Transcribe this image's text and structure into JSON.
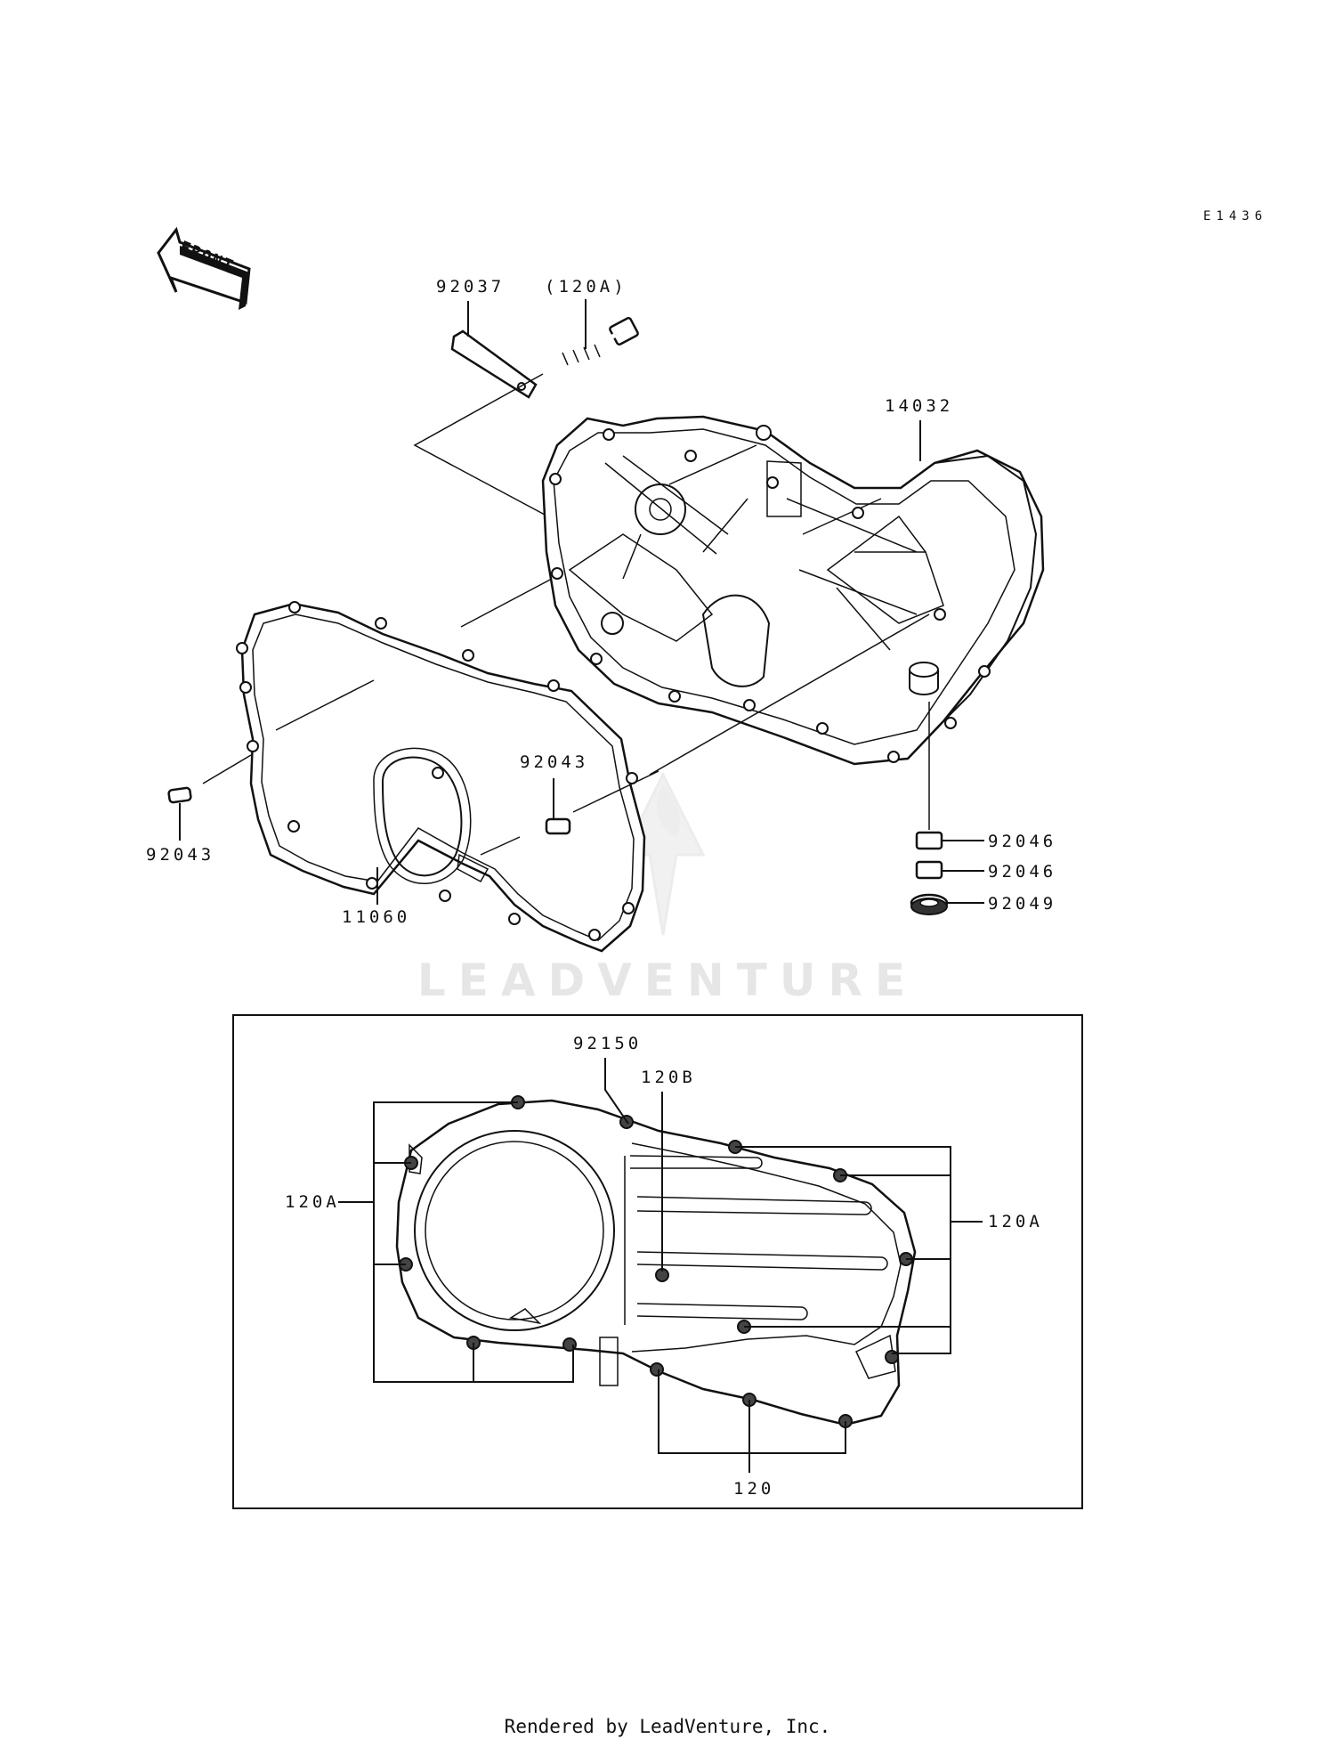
{
  "diagram_code": "E1436",
  "front_label": "FRONT",
  "watermark": "LEADVENTURE",
  "footer": "Rendered by LeadVenture, Inc.",
  "callouts": {
    "p92037": "92037",
    "p120A_top": "(120A)",
    "p14032": "14032",
    "p92043_mid": "92043",
    "p92043_left": "92043",
    "p11060": "11060",
    "p92046_a": "92046",
    "p92046_b": "92046",
    "p92049": "92049"
  },
  "inset": {
    "p92150": "92150",
    "p120B": "120B",
    "p120A_left": "120A",
    "p120A_right": "120A",
    "p120": "120"
  }
}
